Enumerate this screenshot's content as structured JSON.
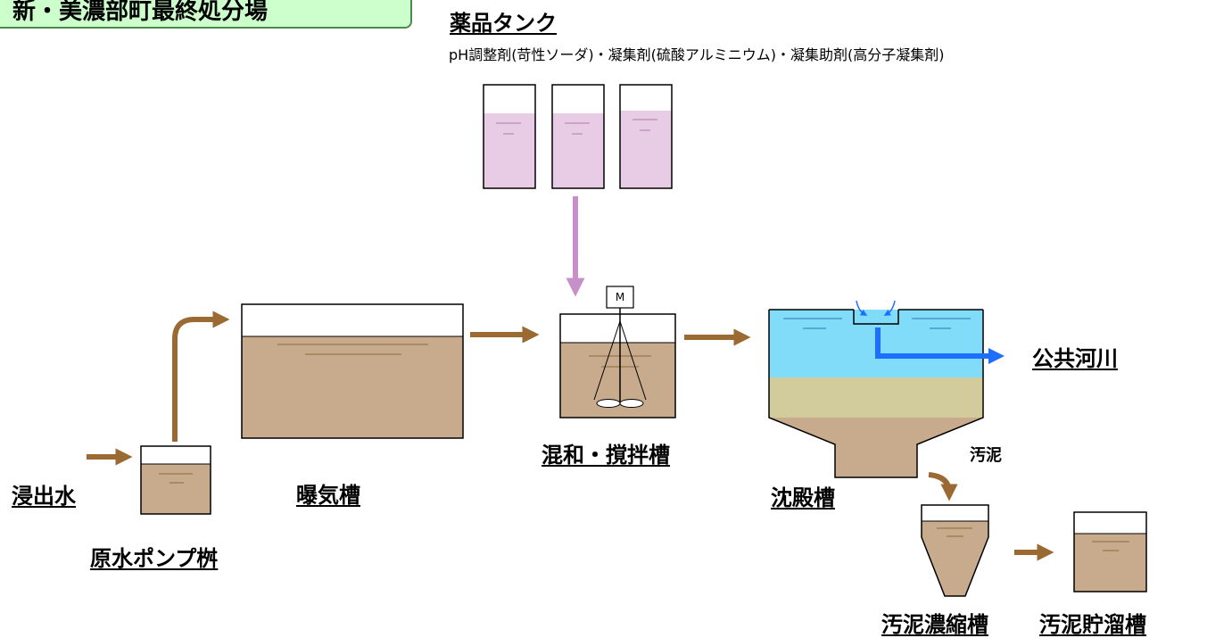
{
  "title_box": {
    "text": "新・美濃部町最終処分場"
  },
  "chemicals": {
    "title": "薬品タンク",
    "description": "pH調整剤(苛性ソーダ)・凝集剤(硫酸アルミニウム)・凝集助剤(高分子凝集剤)"
  },
  "labels": {
    "leachate": "浸出水",
    "raw_pump_pit": "原水ポンプ桝",
    "aeration_tank": "曝気槽",
    "mixing_tank": "混和・撹拌槽",
    "settling_tank": "沈殿槽",
    "public_river": "公共河川",
    "sludge": "汚泥",
    "sludge_thickener": "汚泥濃縮槽",
    "sludge_storage": "汚泥貯溜槽",
    "motor": "M"
  },
  "colors": {
    "sludge_water": "#c8aa8c",
    "flow_arrow": "#9a6a32",
    "chemical_liquid": "#e8cce6",
    "chemical_arrow": "#c890c8",
    "clear_water": "#80dcf8",
    "settled_layer": "#d2cc9c",
    "outflow_arrow": "#1e6eff",
    "title_bg": "#ccffcc"
  }
}
